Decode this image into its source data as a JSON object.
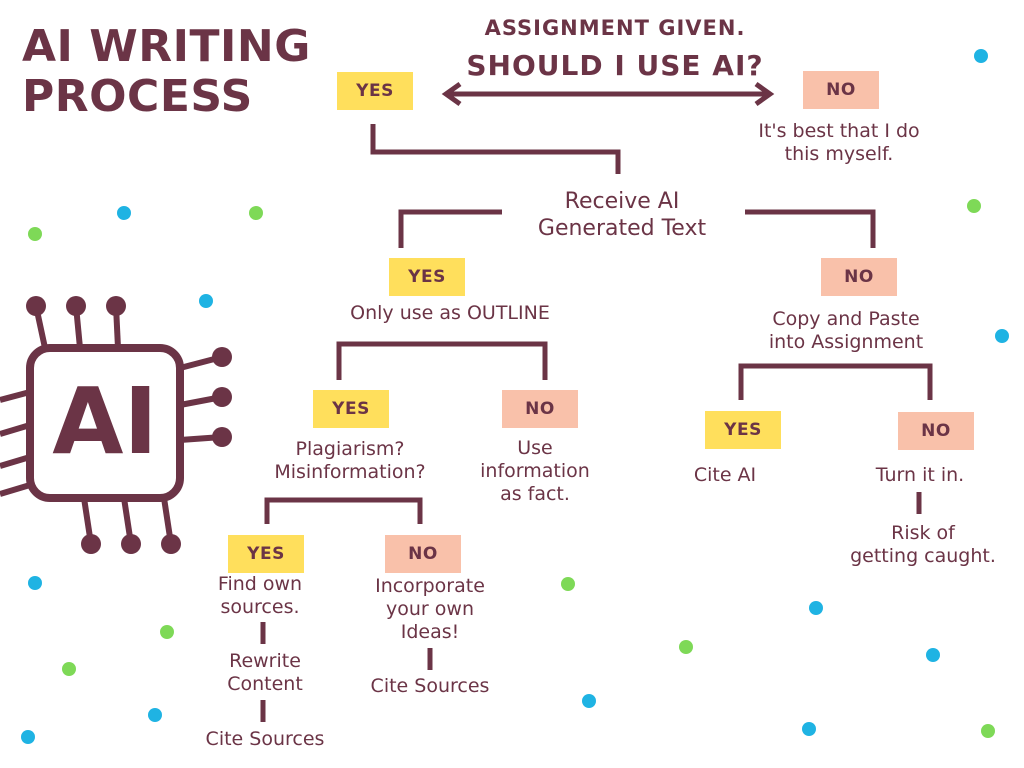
{
  "title": {
    "line1": "AI WRITING",
    "line2": "PROCESS"
  },
  "chip": {
    "label": "AI"
  },
  "top": {
    "line1": "ASSIGNMENT GIVEN.",
    "line2": "SHOULD I USE AI?",
    "yes": "YES",
    "no": "NO",
    "no_result": [
      "It's best that I do",
      "this myself."
    ]
  },
  "receive": [
    "Receive AI",
    "Generated Text"
  ],
  "outline": {
    "yes": "YES",
    "text": "Only use as OUTLINE"
  },
  "copy_paste": {
    "no": "NO",
    "text": [
      "Copy and Paste",
      "into Assignment"
    ]
  },
  "plagiarism": {
    "yes": "YES",
    "text": [
      "Plagiarism?",
      "Misinformation?"
    ]
  },
  "use_info": {
    "no": "NO",
    "text": [
      "Use",
      "information",
      "as fact."
    ]
  },
  "cite_ai": {
    "yes": "YES",
    "text": "Cite AI"
  },
  "turn_in": {
    "no": "NO",
    "text": "Turn it in.",
    "risk": [
      "Risk of",
      "getting caught."
    ]
  },
  "find_sources": {
    "yes": "YES",
    "text": [
      "Find own",
      "sources."
    ],
    "rewrite": [
      "Rewrite",
      "Content"
    ],
    "cite": "Cite Sources"
  },
  "incorporate": {
    "no": "NO",
    "text": [
      "Incorporate",
      "your own",
      "Ideas!"
    ],
    "cite": "Cite Sources"
  },
  "colors": {
    "text": "#6b3446",
    "yes_badge": "#ffdf5c",
    "no_badge": "#f9c1aa",
    "dot_blue": "#1fb3e3",
    "dot_green": "#7ed957"
  }
}
